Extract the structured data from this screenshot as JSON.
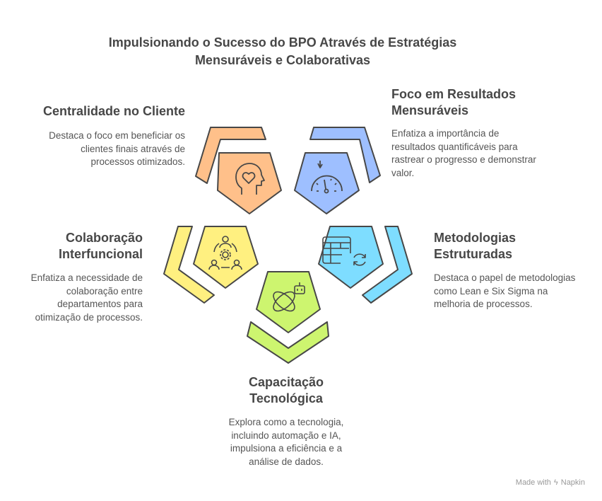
{
  "title": "Impulsionando o Sucesso do BPO Através de Estratégias Mensuráveis e Colaborativas",
  "items": [
    {
      "heading": "Centralidade no Cliente",
      "description": "Destaca o foco em beneficiar os clientes finais através de processos otimizados.",
      "color": "#FFC08A",
      "icon": "head-heart-icon"
    },
    {
      "heading": "Foco em Resultados Mensuráveis",
      "description": "Enfatiza a importância de resultados quantificáveis para rastrear o progresso e demonstrar valor.",
      "color": "#9EBFFF",
      "icon": "gauge-icon"
    },
    {
      "heading": "Colaboração Interfuncional",
      "description": "Enfatiza a necessidade de colaboração entre departamentos para otimização de processos.",
      "color": "#FFF080",
      "icon": "team-gear-icon"
    },
    {
      "heading": "Metodologias Estruturadas",
      "description": "Destaca o papel de metodologias como Lean e Six Sigma na melhoria de processos.",
      "color": "#7EDDFF",
      "icon": "table-refresh-icon"
    },
    {
      "heading": "Capacitação Tecnológica",
      "description": "Explora como a tecnologia, incluindo automação e IA, impulsiona a eficiência e a análise de dados.",
      "color": "#CDF56F",
      "icon": "orbit-robot-icon"
    }
  ],
  "footer": {
    "made_with": "Made with",
    "brand": "Napkin"
  }
}
